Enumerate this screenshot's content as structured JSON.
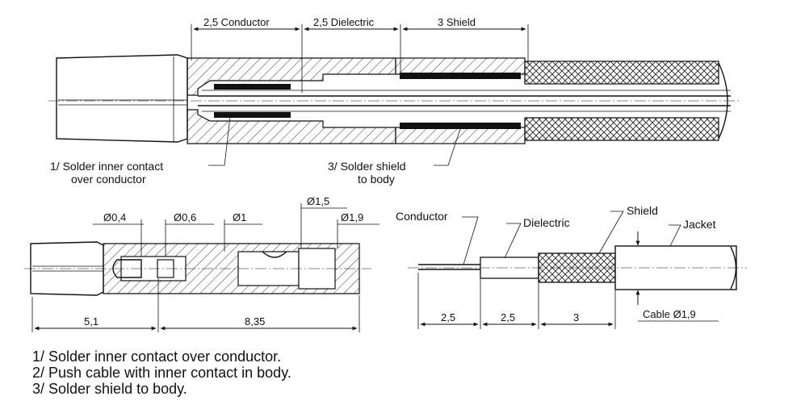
{
  "top_view": {
    "dim_conductor": "2,5 Conductor",
    "dim_dielectric": "2,5 Dielectric",
    "dim_shield": "3 Shield",
    "callout_1_line1": "1/ Solder inner contact",
    "callout_1_line2": "over conductor",
    "callout_3_line1": "3/ Solder shield",
    "callout_3_line2": "to body"
  },
  "contact_view": {
    "dia_04": "Ø0,4",
    "dia_06": "Ø0,6",
    "dia_1": "Ø1",
    "dia_15": "Ø1,5",
    "dia_19": "Ø1,9",
    "len_left": "5,1",
    "len_right": "8,35"
  },
  "cable_view": {
    "label_conductor": "Conductor",
    "label_dielectric": "Dielectric",
    "label_shield": "Shield",
    "label_jacket": "Jacket",
    "dim_a": "2,5",
    "dim_b": "2,5",
    "dim_c": "3",
    "cable_dia": "Cable Ø1,9"
  },
  "steps": [
    "1/ Solder inner contact over conductor.",
    "2/ Push cable with inner contact in body.",
    "3/ Solder shield to body."
  ]
}
